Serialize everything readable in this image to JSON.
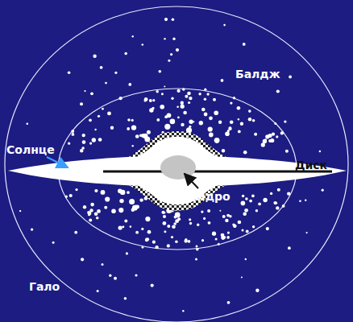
{
  "diagram": {
    "labels": [
      "Балдж",
      "Солнце",
      "Диск",
      "Ядро",
      "Гало"
    ]
  }
}
